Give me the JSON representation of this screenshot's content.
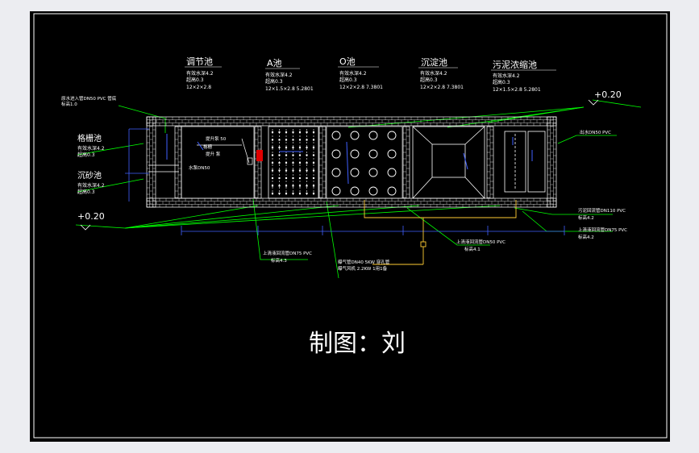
{
  "tanks": [
    {
      "name": "调节池",
      "spec1": "有效水深4.2",
      "spec2": "超高0.3",
      "spec3": "12×2×2.8"
    },
    {
      "name": "A池",
      "spec1": "有效水深4.2",
      "spec2": "超高0.3",
      "spec3": "12×1.5×2.8 5.2801"
    },
    {
      "name": "O池",
      "spec1": "有效水深4.2",
      "spec2": "超高0.3",
      "spec3": "12×2×2.8 7.3801"
    },
    {
      "name": "沉淀池",
      "spec1": "有效水深4.2",
      "spec2": "超高0.3",
      "spec3": "12×2×2.8 7.3801"
    },
    {
      "name": "污泥浓缩池",
      "spec1": "有效水深4.2",
      "spec2": "超高0.3",
      "spec3": "12×1.5×2.8 5.2801"
    }
  ],
  "side_tanks": [
    {
      "name": "格栅池",
      "spec1": "有效水深4.2",
      "spec2": "超高0.3"
    },
    {
      "name": "沉砂池",
      "spec1": "有效水深4.2",
      "spec2": "超高0.3"
    }
  ],
  "elevations": {
    "top_right": "+0.20",
    "left": "+0.20"
  },
  "notes": {
    "inlet": "原水进入管DN50 PVC 管底",
    "inlet2": "标高1.0",
    "note_a1": "上清液回流管DN75 PVC",
    "note_a2": "标高4.3",
    "note_b1": "曝气管DN40 5KW 穿孔管",
    "note_b2": "曝气风机 2.2KW 1用1备",
    "note_c1": "上清液回流管DN50 PVC",
    "note_c2": "标高4.1",
    "note_d1": "污泥回流管DN110 PVC",
    "note_d2": "标高4.2",
    "note_e1": "上清液回流管DN75 PVC",
    "note_e2": "标高4.2",
    "note_f": "出水DN50 PVC",
    "inner1": "提升泵 50",
    "inner2": "格栅",
    "inner3": "提升 泵",
    "inner4": "水泵DN50"
  },
  "drafter": "制图：刘"
}
